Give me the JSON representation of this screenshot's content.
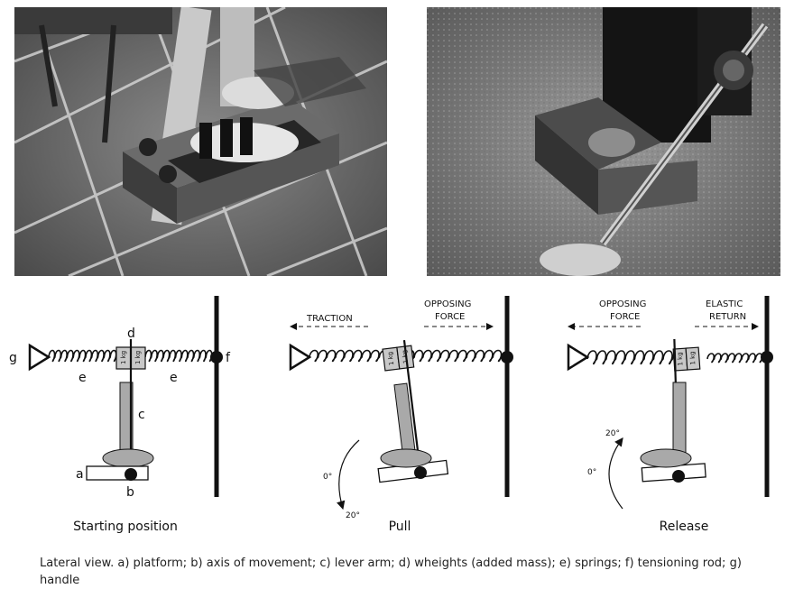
{
  "photos": [
    {
      "id": "photo-left",
      "subject": "foot on pedal apparatus, starting position"
    },
    {
      "id": "photo-right",
      "subject": "foot on pedal apparatus with tensioning rod and handle"
    }
  ],
  "panels": [
    {
      "title": "Starting position",
      "parts": {
        "a": "a",
        "b": "b",
        "c": "c",
        "d": "d",
        "e": "e",
        "f": "f",
        "g": "g"
      },
      "weight_label": "1 kg"
    },
    {
      "title": "Pull",
      "forces": {
        "left": "TRACTION",
        "right_line1": "OPPOSING",
        "right_line2": "FORCE"
      },
      "angles": {
        "start": "0°",
        "end": "20°"
      },
      "weight_label": "1 kg"
    },
    {
      "title": "Release",
      "forces": {
        "left_line1": "OPPOSING",
        "left_line2": "FORCE",
        "right_line1": "ELASTIC",
        "right_line2": "RETURN"
      },
      "angles": {
        "start": "20°",
        "end": "0°"
      },
      "weight_label": "1 kg"
    }
  ],
  "caption": "Lateral view. a) platform; b) axis of movement; c) lever arm; d) wheights (added mass); e) springs; f) tensioning rod; g) handle"
}
